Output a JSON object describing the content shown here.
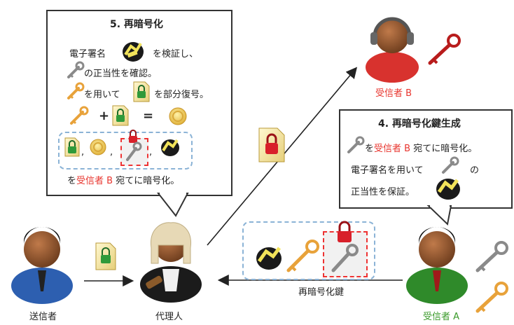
{
  "step5": {
    "title": "5. 再暗号化",
    "line1_a": "電子署名",
    "line1_b": "を検証し、",
    "line2": "の正当性を確認。",
    "line3_a": "を用いて",
    "line3_b": "を部分復号。",
    "plus": "+",
    "equals": "=",
    "comma1": ",",
    "comma2": ",",
    "comma3": ",",
    "line5_a": "を",
    "line5_receiver": "受信者 B",
    "line5_b": "宛てに暗号化。"
  },
  "step4": {
    "title": "4. 再暗号化鍵生成",
    "line1_a": "を",
    "line1_receiver": "受信者 B",
    "line1_b": "宛てに暗号化。",
    "line2_a": "電子署名を用いて",
    "line2_b": "の",
    "line3": "正当性を保証。"
  },
  "labels": {
    "sender": "送信者",
    "proxy": "代理人",
    "receiver_b": "受信者 B",
    "receiver_a": "受信者 A",
    "reencryption_key": "再暗号化鍵"
  },
  "colors": {
    "receiver_highlight": "#e8352e",
    "receiver_a": "#3a9a2a",
    "gold_key": "#e8a23a",
    "silver_key": "#8a8a8a",
    "red_key": "#b81c1c",
    "lock_green": "#2f9a3a",
    "lock_red": "#d8202a"
  }
}
